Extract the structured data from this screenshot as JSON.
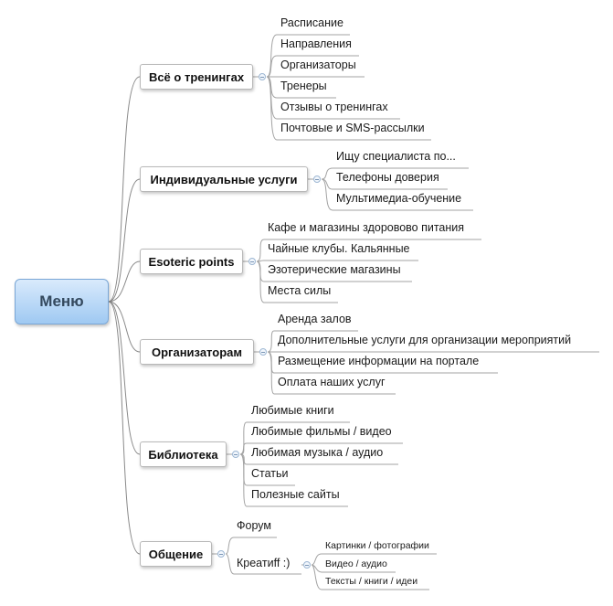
{
  "root": "Меню",
  "topics": [
    {
      "label": "Всё о тренингах",
      "items": [
        "Расписание",
        "Направления",
        "Организаторы",
        "Тренеры",
        "Отзывы о тренингах",
        "Почтовые и SMS-рассылки"
      ]
    },
    {
      "label": "Индивидуальные услуги",
      "items": [
        "Ищу специалиста по...",
        "Телефоны доверия",
        "Мультимедиа-обучение"
      ]
    },
    {
      "label": "Esoteric points",
      "items": [
        "Кафе и магазины здоровово питания",
        "Чайные клубы. Кальянные",
        "Эзотерические магазины",
        "Места силы"
      ]
    },
    {
      "label": "Организаторам",
      "items": [
        "Аренда залов",
        "Дополнительные услуги для организации мероприятий",
        "Размещение информации на портале",
        "Оплата наших услуг"
      ]
    },
    {
      "label": "Библиотека",
      "items": [
        "Любимые книги",
        "Любимые фильмы / видео",
        "Любимая музыка / аудио",
        "Статьи",
        "Полезные сайты"
      ]
    },
    {
      "label": "Общение",
      "items": [
        "Форум",
        "Креатиff :)"
      ]
    }
  ],
  "subtopic": {
    "parent": "Креатиff :)",
    "items": [
      "Картинки / фотографии",
      "Видео / аудио",
      "Тексты / книги / идеи"
    ]
  }
}
